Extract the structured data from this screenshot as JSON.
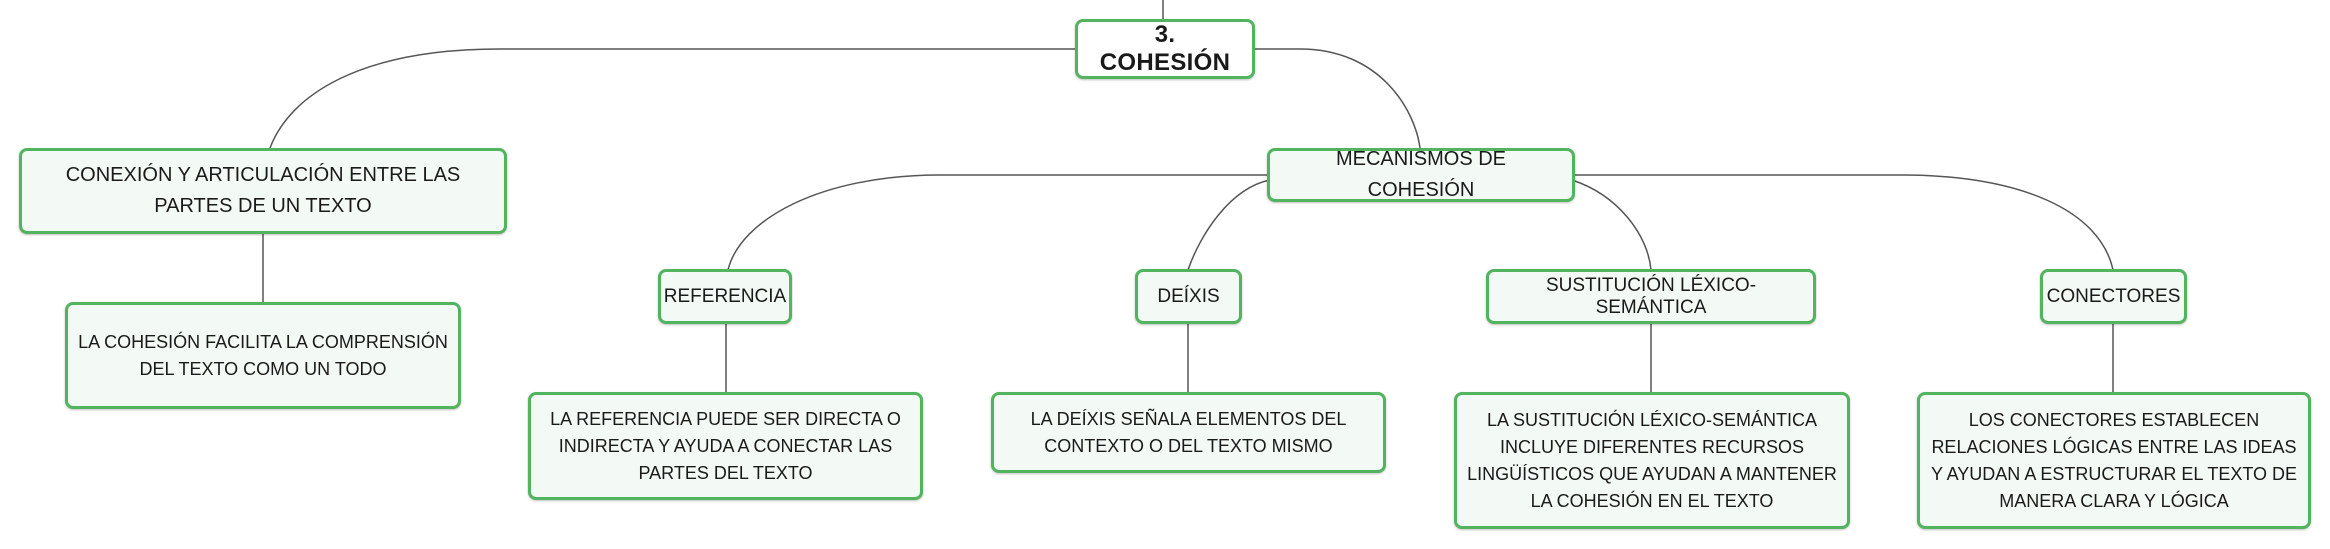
{
  "map": {
    "root": {
      "label": "3. COHESIÓN"
    },
    "branches": {
      "conexion": {
        "label": "CONEXIÓN Y ARTICULACIÓN ENTRE LAS PARTES DE UN TEXTO"
      },
      "mecanismos": {
        "label": "MECANISMOS DE COHESIÓN"
      }
    },
    "subtopics": {
      "referencia": {
        "label": "REFERENCIA"
      },
      "deixis": {
        "label": "DEÍXIS"
      },
      "sustitucion": {
        "label": "SUSTITUCIÓN LÉXICO-SEMÁNTICA"
      },
      "conectores": {
        "label": "CONECTORES"
      }
    },
    "details": {
      "cohesion_facilita": {
        "text": "LA COHESIÓN FACILITA LA COMPRENSIÓN DEL TEXTO COMO UN TODO"
      },
      "referencia": {
        "text": "LA REFERENCIA PUEDE SER DIRECTA O INDIRECTA Y AYUDA A CONECTAR LAS PARTES DEL TEXTO"
      },
      "deixis": {
        "text": "LA DEÍXIS SEÑALA ELEMENTOS DEL CONTEXTO O DEL TEXTO MISMO"
      },
      "sustitucion": {
        "text": "LA SUSTITUCIÓN LÉXICO-SEMÁNTICA INCLUYE DIFERENTES RECURSOS LINGÜÍSTICOS QUE AYUDAN A MANTENER LA COHESIÓN EN EL TEXTO"
      },
      "conectores": {
        "text": "LOS CONECTORES ESTABLECEN RELACIONES LÓGICAS ENTRE LAS IDEAS Y AYUDAN A ESTRUCTURAR EL TEXTO DE MANERA CLARA Y LÓGICA"
      }
    }
  },
  "colors": {
    "node_border": "#52b45f",
    "node_fill": "#f3f9f4",
    "connector": "#555555"
  }
}
